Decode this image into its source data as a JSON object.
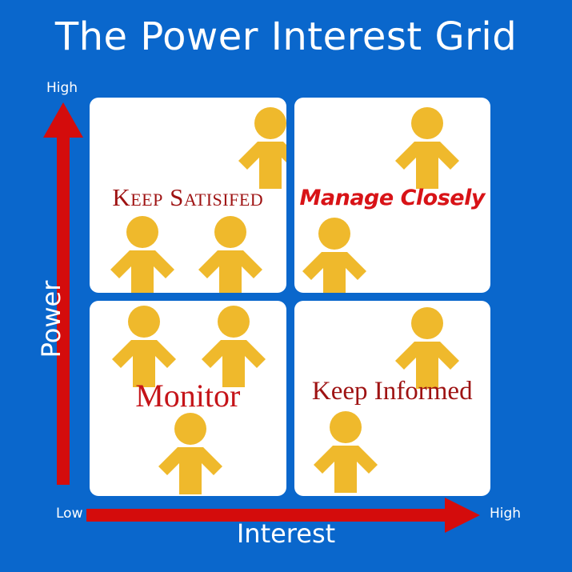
{
  "title": "The Power Interest Grid",
  "colors": {
    "background_blue": "#0a67cc",
    "card_white": "#ffffff",
    "person_yellow": "#efb92c",
    "arrow_red": "#d40c0c",
    "text_dark_red": "#9e1212",
    "text_bright_red": "#d81317",
    "text_white": "#ffffff"
  },
  "axes": {
    "vertical": {
      "label": "Power",
      "high_tick": "High",
      "arrow_direction": "up",
      "arrow_icon": "arrow-up-icon"
    },
    "horizontal": {
      "label": "Interest",
      "low_tick": "Low",
      "high_tick": "High",
      "arrow_direction": "right",
      "arrow_icon": "arrow-right-icon"
    }
  },
  "quadrants": [
    {
      "id": "keep-satisfied",
      "label": "Keep Satisifed",
      "position": "top-left",
      "power": "High",
      "interest": "Low",
      "person_count": 3,
      "person_icon": "person-icon"
    },
    {
      "id": "manage-closely",
      "label": "Manage Closely",
      "position": "top-right",
      "power": "High",
      "interest": "High",
      "person_count": 2,
      "person_icon": "person-icon"
    },
    {
      "id": "monitor",
      "label": "Monitor",
      "position": "bottom-left",
      "power": "Low",
      "interest": "Low",
      "person_count": 3,
      "person_icon": "person-icon"
    },
    {
      "id": "keep-informed",
      "label": "Keep Informed",
      "position": "bottom-right",
      "power": "Low",
      "interest": "High",
      "person_count": 2,
      "person_icon": "person-icon"
    }
  ]
}
